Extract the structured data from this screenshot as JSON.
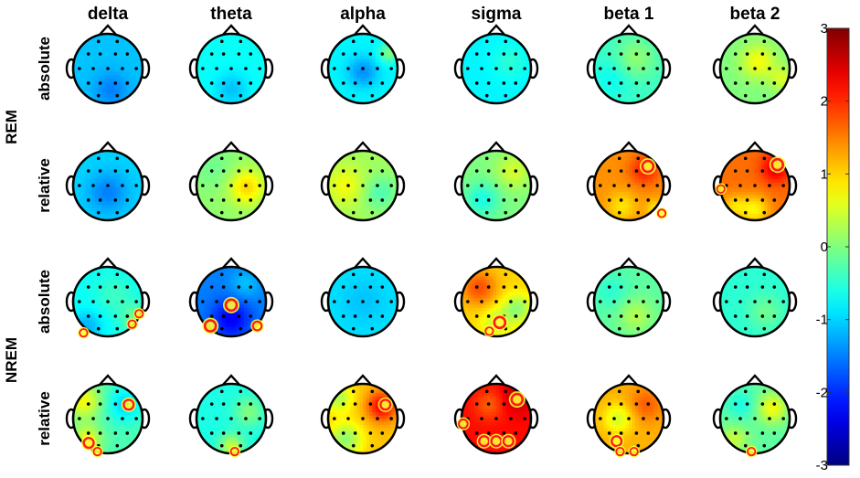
{
  "bands": [
    "delta",
    "theta",
    "alpha",
    "sigma",
    "beta 1",
    "beta 2"
  ],
  "groups": [
    {
      "label": "REM",
      "rows": [
        "absolute",
        "relative"
      ]
    },
    {
      "label": "NREM",
      "rows": [
        "absolute",
        "relative"
      ]
    }
  ],
  "colorbar": {
    "min": -3,
    "max": 3,
    "ticks": [
      "3",
      "2",
      "1",
      "0",
      "-1",
      "-2",
      "-3"
    ],
    "colormap": "jet"
  },
  "maps": [
    {
      "row": 0,
      "band": 0,
      "base": -1.1,
      "blobs": [
        [
          0.1,
          0.6,
          -0.4,
          0.35
        ]
      ],
      "sig": []
    },
    {
      "row": 0,
      "band": 1,
      "base": -0.7,
      "blobs": [
        [
          0.0,
          0.6,
          -0.4,
          0.35
        ]
      ],
      "sig": []
    },
    {
      "row": 0,
      "band": 2,
      "base": -0.8,
      "blobs": [
        [
          0.0,
          0.1,
          -0.6,
          0.3
        ],
        [
          0.75,
          -0.45,
          0.8,
          0.2
        ]
      ],
      "sig": []
    },
    {
      "row": 0,
      "band": 3,
      "base": -0.8,
      "blobs": [
        [
          0.4,
          -0.2,
          0.3,
          0.35
        ]
      ],
      "sig": []
    },
    {
      "row": 0,
      "band": 4,
      "base": -0.4,
      "blobs": [
        [
          0.2,
          -0.3,
          0.5,
          0.4
        ],
        [
          -0.5,
          0.3,
          -0.3,
          0.4
        ]
      ],
      "sig": []
    },
    {
      "row": 0,
      "band": 5,
      "base": 0.0,
      "blobs": [
        [
          0.1,
          -0.2,
          0.7,
          0.35
        ],
        [
          0.8,
          0.3,
          0.5,
          0.25
        ]
      ],
      "sig": []
    },
    {
      "row": 1,
      "band": 0,
      "base": -1.0,
      "blobs": [
        [
          0.0,
          0.2,
          -0.5,
          0.4
        ]
      ],
      "sig": []
    },
    {
      "row": 1,
      "band": 1,
      "base": 0.1,
      "blobs": [
        [
          0.45,
          0.05,
          0.9,
          0.35
        ],
        [
          -0.5,
          -0.5,
          -0.2,
          0.4
        ]
      ],
      "sig": []
    },
    {
      "row": 1,
      "band": 2,
      "base": 0.2,
      "blobs": [
        [
          -0.5,
          0.0,
          0.5,
          0.4
        ],
        [
          0.5,
          0.2,
          -0.5,
          0.35
        ]
      ],
      "sig": []
    },
    {
      "row": 1,
      "band": 3,
      "base": 0.0,
      "blobs": [
        [
          -0.4,
          0.4,
          -0.6,
          0.35
        ],
        [
          0.5,
          -0.4,
          0.5,
          0.35
        ]
      ],
      "sig": []
    },
    {
      "row": 1,
      "band": 4,
      "base": 1.4,
      "blobs": [
        [
          0.45,
          -0.45,
          0.7,
          0.3
        ],
        [
          -0.2,
          0.6,
          -0.5,
          0.3
        ],
        [
          0.8,
          0.7,
          -0.6,
          0.2
        ]
      ],
      "sig": [
        [
          0.55,
          -0.55,
          1.0
        ],
        [
          0.95,
          0.8,
          0.7
        ]
      ]
    },
    {
      "row": 1,
      "band": 5,
      "base": 1.6,
      "blobs": [
        [
          0.6,
          -0.5,
          0.8,
          0.3
        ],
        [
          0.0,
          0.7,
          -0.8,
          0.3
        ],
        [
          -0.6,
          0.6,
          -0.6,
          0.25
        ]
      ],
      "sig": [
        [
          0.65,
          -0.6,
          1.0
        ],
        [
          -0.98,
          0.1,
          0.7
        ]
      ]
    },
    {
      "row": 2,
      "band": 0,
      "base": -0.7,
      "blobs": [
        [
          -0.6,
          0.7,
          -0.5,
          0.3
        ],
        [
          0.8,
          0.5,
          0.6,
          0.3
        ],
        [
          0.2,
          -0.2,
          0.3,
          0.4
        ]
      ],
      "sig": [
        [
          0.9,
          0.35,
          0.7
        ],
        [
          0.7,
          0.65,
          0.7
        ],
        [
          -0.7,
          0.9,
          0.7
        ]
      ]
    },
    {
      "row": 2,
      "band": 1,
      "base": -1.5,
      "blobs": [
        [
          0.0,
          0.5,
          -0.8,
          0.4
        ],
        [
          0.4,
          -0.5,
          0.4,
          0.3
        ]
      ],
      "sig": [
        [
          0.0,
          0.1,
          1.0
        ],
        [
          -0.6,
          0.7,
          1.0
        ],
        [
          0.75,
          0.7,
          0.8
        ]
      ]
    },
    {
      "row": 2,
      "band": 2,
      "base": -0.9,
      "blobs": [
        [
          0.0,
          0.0,
          -0.2,
          0.5
        ]
      ],
      "sig": []
    },
    {
      "row": 2,
      "band": 3,
      "base": 1.0,
      "blobs": [
        [
          -0.5,
          -0.4,
          0.8,
          0.35
        ],
        [
          0.6,
          0.2,
          -0.9,
          0.3
        ],
        [
          0.0,
          0.6,
          -0.6,
          0.3
        ]
      ],
      "sig": [
        [
          0.1,
          0.6,
          1.0
        ],
        [
          -0.2,
          0.85,
          0.7
        ]
      ]
    },
    {
      "row": 2,
      "band": 4,
      "base": -0.2,
      "blobs": [
        [
          0.2,
          0.4,
          0.5,
          0.35
        ],
        [
          -0.5,
          -0.3,
          -0.3,
          0.35
        ]
      ],
      "sig": []
    },
    {
      "row": 2,
      "band": 5,
      "base": -0.5,
      "blobs": [
        [
          0.3,
          0.3,
          0.4,
          0.35
        ]
      ],
      "sig": []
    },
    {
      "row": 3,
      "band": 0,
      "base": -0.3,
      "blobs": [
        [
          -0.7,
          -0.5,
          1.0,
          0.35
        ],
        [
          0.5,
          -0.4,
          -0.7,
          0.35
        ],
        [
          -0.6,
          0.6,
          0.9,
          0.3
        ]
      ],
      "sig": [
        [
          0.6,
          -0.4,
          0.9
        ],
        [
          -0.55,
          0.7,
          0.9
        ],
        [
          -0.3,
          0.95,
          0.7
        ]
      ]
    },
    {
      "row": 3,
      "band": 1,
      "base": -0.6,
      "blobs": [
        [
          0.5,
          -0.2,
          0.6,
          0.3
        ],
        [
          0.0,
          0.8,
          1.0,
          0.25
        ]
      ],
      "sig": [
        [
          0.1,
          0.95,
          0.7
        ]
      ]
    },
    {
      "row": 3,
      "band": 2,
      "base": 1.1,
      "blobs": [
        [
          0.55,
          -0.35,
          1.2,
          0.3
        ],
        [
          -0.5,
          0.6,
          -1.0,
          0.35
        ],
        [
          -0.7,
          -0.6,
          -0.8,
          0.3
        ]
      ],
      "sig": [
        [
          0.65,
          -0.4,
          0.9
        ]
      ]
    },
    {
      "row": 3,
      "band": 3,
      "base": 2.2,
      "blobs": [
        [
          0.6,
          -0.6,
          0.5,
          0.3
        ],
        [
          -0.2,
          -0.4,
          -0.5,
          0.3
        ]
      ],
      "sig": [
        [
          0.6,
          -0.55,
          1.0
        ],
        [
          -0.95,
          0.15,
          0.8
        ],
        [
          -0.35,
          0.65,
          0.9
        ],
        [
          0.0,
          0.65,
          0.9
        ],
        [
          0.35,
          0.65,
          0.9
        ]
      ]
    },
    {
      "row": 3,
      "band": 4,
      "base": 1.2,
      "blobs": [
        [
          0.5,
          -0.4,
          0.5,
          0.35
        ],
        [
          -0.3,
          0.0,
          -0.7,
          0.3
        ]
      ],
      "sig": [
        [
          -0.35,
          0.65,
          0.9
        ],
        [
          -0.25,
          0.95,
          0.7
        ],
        [
          0.15,
          0.95,
          0.7
        ]
      ]
    },
    {
      "row": 3,
      "band": 5,
      "base": -0.2,
      "blobs": [
        [
          0.5,
          -0.3,
          0.9,
          0.3
        ],
        [
          -0.6,
          0.6,
          0.6,
          0.3
        ],
        [
          -0.4,
          -0.4,
          -0.4,
          0.3
        ]
      ],
      "sig": [
        [
          -0.1,
          0.95,
          0.7
        ]
      ]
    }
  ]
}
